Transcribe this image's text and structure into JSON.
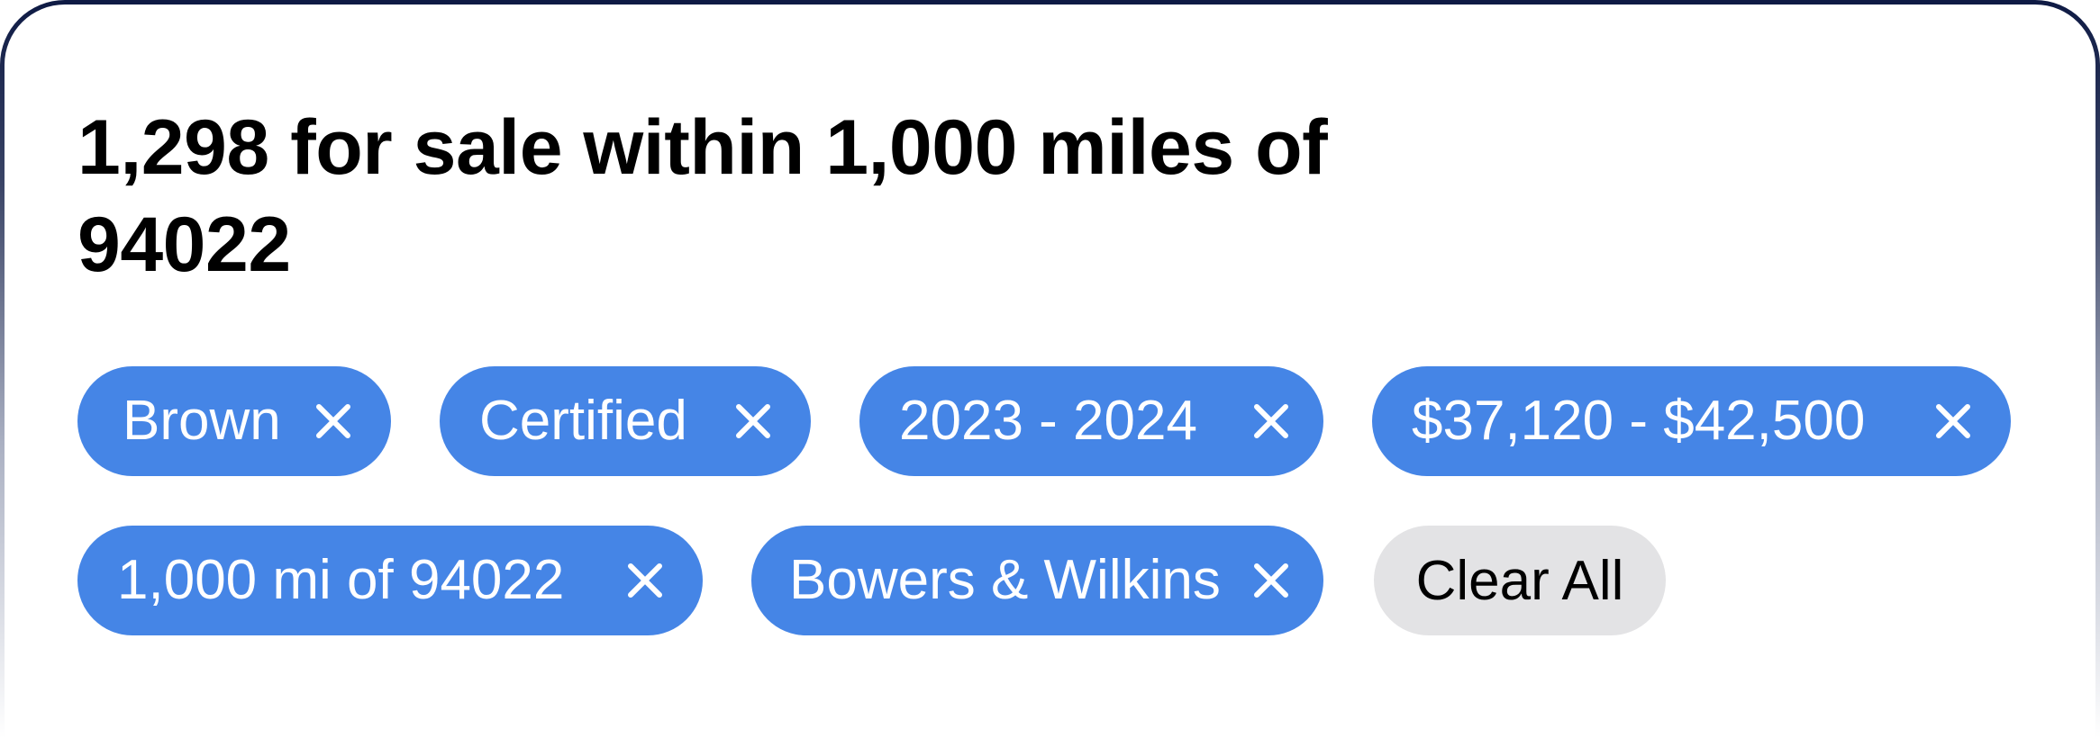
{
  "results": {
    "heading": "1,298 for sale within 1,000 miles of 94022"
  },
  "filters": [
    {
      "label": "Brown",
      "remove_icon": "close-icon"
    },
    {
      "label": "Certified",
      "remove_icon": "close-icon"
    },
    {
      "label": "2023 - 2024",
      "remove_icon": "close-icon"
    },
    {
      "label": "$37,120 - $42,500",
      "remove_icon": "close-icon"
    },
    {
      "label": "1,000 mi of 94022",
      "remove_icon": "close-icon"
    },
    {
      "label": "Bowers & Wilkins",
      "remove_icon": "close-icon"
    }
  ],
  "clear_all_label": "Clear All",
  "colors": {
    "chip_background": "#4585e6",
    "chip_text": "#ffffff",
    "clear_all_background": "#e3e3e5",
    "card_border": "#0e1a44"
  }
}
